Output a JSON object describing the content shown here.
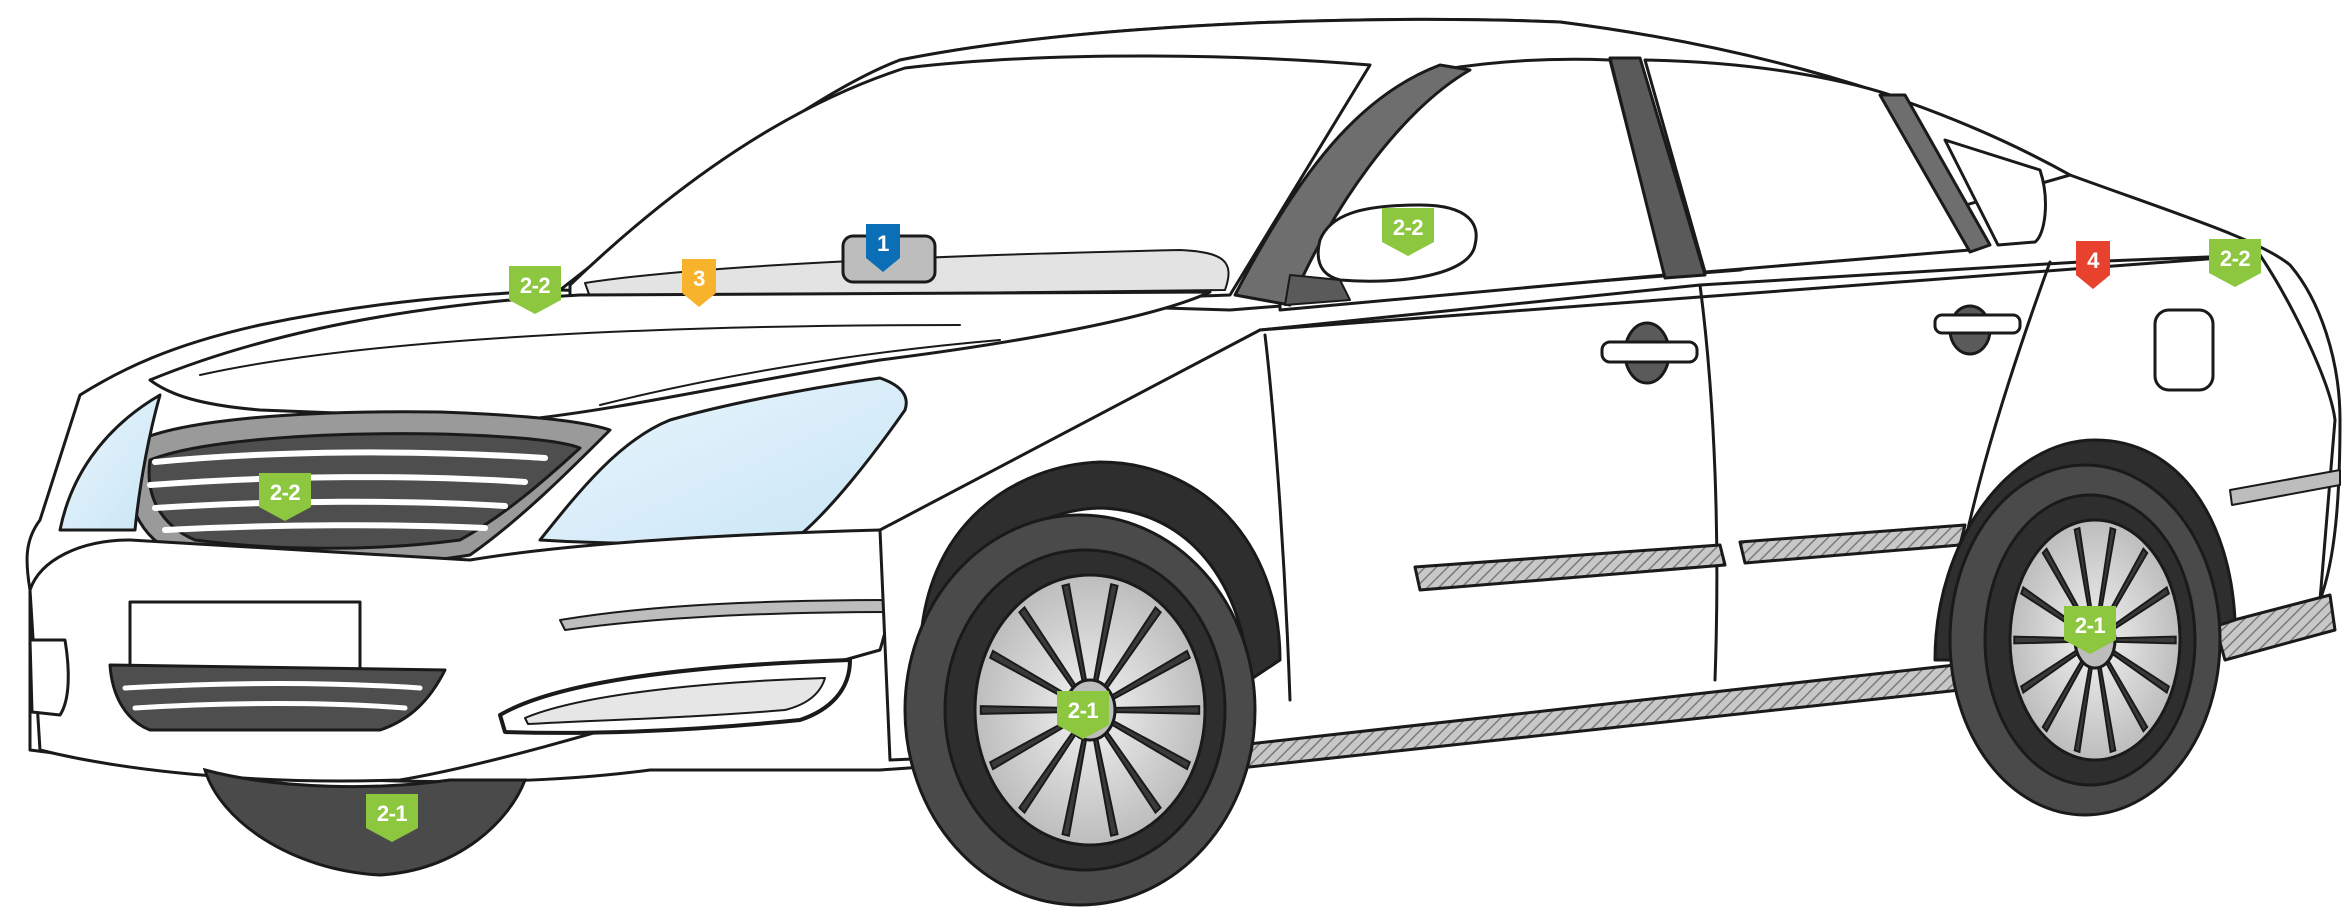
{
  "colors": {
    "green": "#8DC63F",
    "blue": "#0A6FB7",
    "yellow": "#F7B32B",
    "red": "#E8412E",
    "outline": "#1a1a1a",
    "tire": "#4a4a4a",
    "tire_dark": "#2e2e2e",
    "trim_gray": "#8a8a8a",
    "glass_blue": "#d6ecf8"
  },
  "markers": [
    {
      "id": "mirror-sensor",
      "label": "1",
      "color": "blue"
    },
    {
      "id": "windshield-cowl",
      "label": "3",
      "color": "yellow"
    },
    {
      "id": "hood-left",
      "label": "2-2",
      "color": "green"
    },
    {
      "id": "grille",
      "label": "2-2",
      "color": "green"
    },
    {
      "id": "side-mirror",
      "label": "2-2",
      "color": "green"
    },
    {
      "id": "rear-quarter-line",
      "label": "4",
      "color": "red"
    },
    {
      "id": "rear-deck",
      "label": "2-2",
      "color": "green"
    },
    {
      "id": "front-left-tire",
      "label": "2-1",
      "color": "green"
    },
    {
      "id": "front-right-wheel",
      "label": "2-1",
      "color": "green"
    },
    {
      "id": "rear-wheel",
      "label": "2-1",
      "color": "green"
    }
  ]
}
